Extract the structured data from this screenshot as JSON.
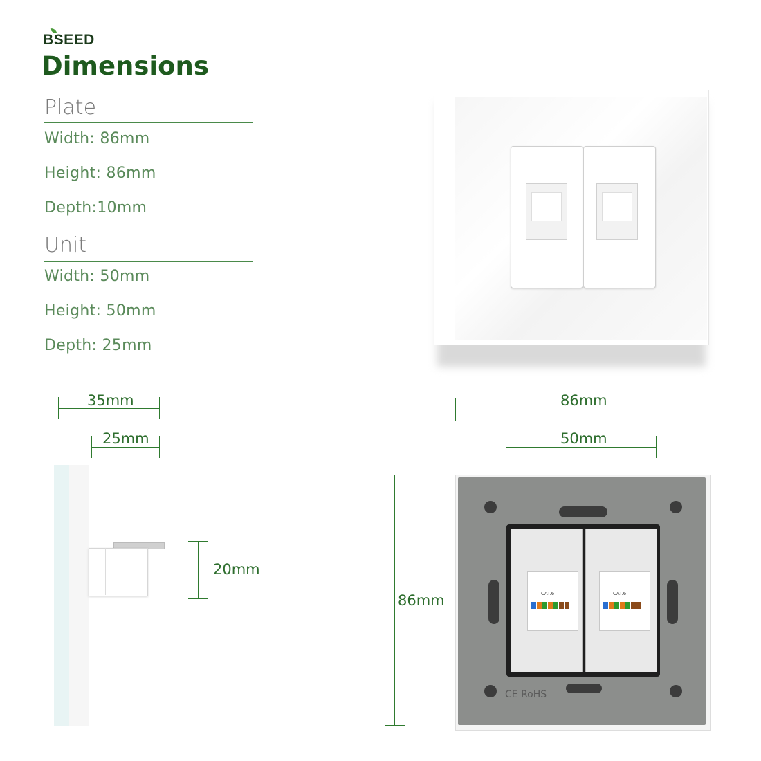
{
  "brand": "BSEED",
  "title": "Dimensions",
  "plate": {
    "heading": "Plate",
    "width": "Width: 86mm",
    "height": "Height: 86mm",
    "depth": "Depth:10mm"
  },
  "unit": {
    "heading": "Unit",
    "width": "Width: 50mm",
    "height": "Height: 50mm",
    "depth": "Depth: 25mm"
  },
  "dimensions": {
    "side_total_depth": "35mm",
    "side_unit_depth": "25mm",
    "side_clip_height": "20mm",
    "front_plate_width": "86mm",
    "front_unit_width": "50mm",
    "back_plate_height": "86mm"
  },
  "back_markings": {
    "cert": "CE RoHS",
    "cat_label": "CAT.6"
  },
  "colors": {
    "accent_green": "#1e5a1e",
    "line_green": "#2f7a2f",
    "spec_text": "#5a8a5a"
  }
}
